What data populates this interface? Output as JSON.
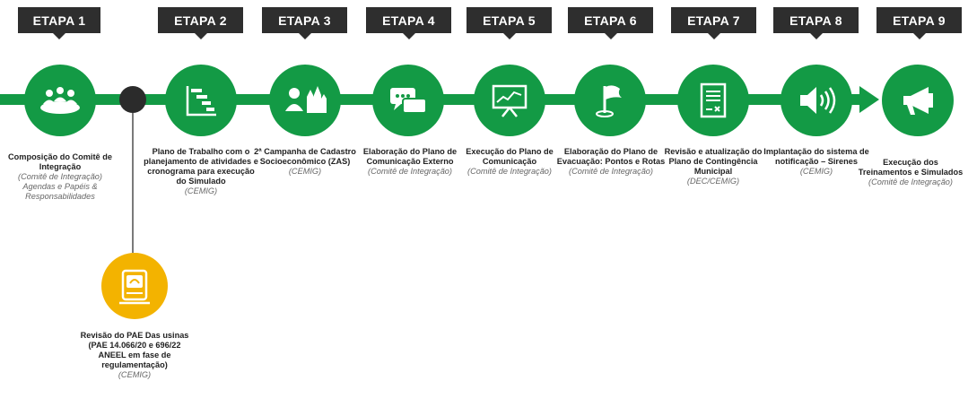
{
  "etapas": [
    {
      "label": "ETAPA 1",
      "icon": "team-meeting-icon",
      "title": "Composição do Comitê de Integração",
      "sub": "(Comitê de Integração) Agendas e Papéis & Responsabilidades"
    },
    {
      "label": "ETAPA 2",
      "icon": "gantt-chart-icon",
      "title": "Plano de Trabalho com o planejamento de atividades e cronograma para execução do Simulado",
      "sub": "(CEMIG)"
    },
    {
      "label": "ETAPA 3",
      "icon": "person-church-icon",
      "title": "2ª Campanha de Cadastro Socioeconômico (ZAS)",
      "sub": "(CEMIG)"
    },
    {
      "label": "ETAPA 4",
      "icon": "chat-bubbles-icon",
      "title": "Elaboração do Plano de Comunicação Externo",
      "sub": "(Comitê de Integração)"
    },
    {
      "label": "ETAPA 5",
      "icon": "presentation-board-icon",
      "title": "Execução do Plano de Comunicação",
      "sub": "(Comitê de Integração)"
    },
    {
      "label": "ETAPA 6",
      "icon": "flag-icon",
      "title": "Elaboração do Plano de Evacuação: Pontos e Rotas",
      "sub": "(Comitê de Integração)"
    },
    {
      "label": "ETAPA 7",
      "icon": "document-icon",
      "title": "Revisão e atualização do Plano de Contingência Municipal",
      "sub": "(DEC/CEMIG)"
    },
    {
      "label": "ETAPA 8",
      "icon": "speaker-icon",
      "title": "Implantação do sistema de notificação – Sirenes",
      "sub": "(CEMIG)"
    },
    {
      "label": "ETAPA 9",
      "icon": "megaphone-icon",
      "title": "Execução dos Treinamentos e Simulados",
      "sub": "(Comitê de Integração)"
    }
  ],
  "side_step": {
    "icon": "dam-document-icon",
    "title": "Revisão do PAE Das usinas (PAE 14.066/20 e 696/22 ANEEL em fase de regulamentação)",
    "sub": "(CEMIG)"
  },
  "colors": {
    "green": "#139a45",
    "yellow": "#f3b300",
    "dark": "#2e2e2e"
  }
}
